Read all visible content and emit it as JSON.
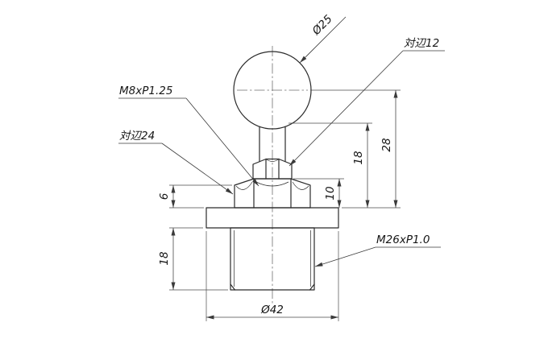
{
  "drawing": {
    "callouts": {
      "ball_diameter": "Ø25",
      "nut_across_flats": "対辺12",
      "stud_thread": "M8xP1.25",
      "hex_across_flats": "対辺24",
      "body_thread": "M26xP1.0",
      "flange_diameter": "Ø42"
    },
    "dimensions": {
      "hex_height": "6",
      "body_length": "18",
      "nut_offset": "10",
      "shank_height": "18",
      "ball_center_height": "28"
    }
  }
}
